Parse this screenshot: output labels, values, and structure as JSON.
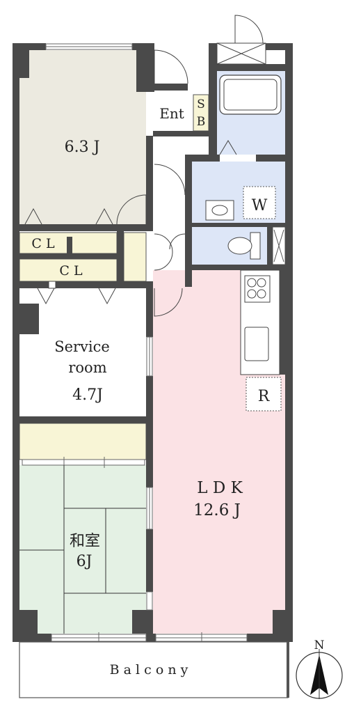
{
  "rooms": {
    "bedroom": "6.3 J",
    "entrance": "Ent",
    "shoe_box_top": "S",
    "shoe_box_bottom": "B",
    "closet_1": "C L",
    "closet_2": "C L",
    "service_room_line1": "Service",
    "service_room_line2": "room",
    "service_room_size": "4.7J",
    "washroom": "W",
    "refrigerator": "R",
    "ldk": "L D K",
    "ldk_size": "12.6 J",
    "washitsu": "和室",
    "washitsu_size": "6J",
    "balcony": "B a l c o n y"
  },
  "compass": {
    "label": "N"
  },
  "colors": {
    "wall": "#4a4a4a",
    "bedroom": "#eceae0",
    "storage": "#f8f5d6",
    "wet_area": "#dde6f7",
    "ldk": "#fbe2e5",
    "washitsu": "#e4f1e4",
    "service_room": "#ffffff",
    "entrance": "#ffffff"
  }
}
